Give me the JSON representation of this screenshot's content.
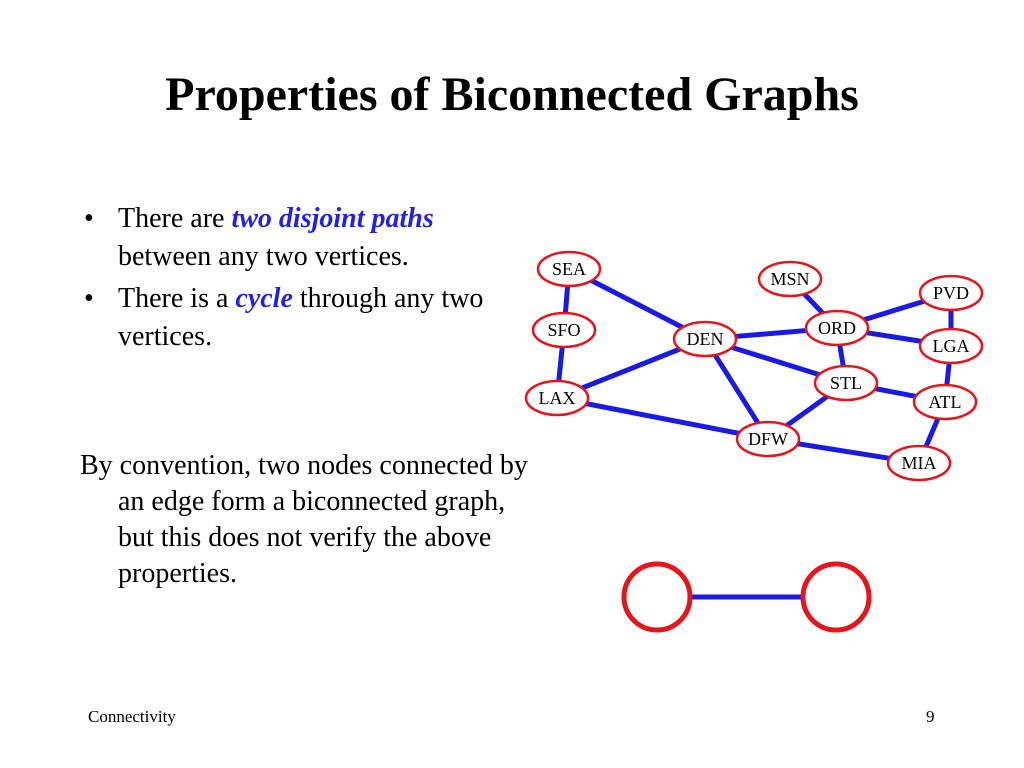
{
  "slide": {
    "title": "Properties of Biconnected Graphs",
    "bullets": [
      {
        "bullet": "•",
        "before": "There are ",
        "emphasis": "two disjoint paths",
        "after": " between any two vertices."
      },
      {
        "bullet": "•",
        "before": "There is a ",
        "emphasis": "cycle",
        "after": " through any two vertices."
      }
    ],
    "convention": "By convention, two nodes connected by an edge form a biconnected graph, but this does not verify the above properties.",
    "footer_left": "Connectivity",
    "footer_right": "9"
  },
  "colors": {
    "node_stroke": "#e8141c",
    "edge": "#1a1ae6",
    "emphasis": "#2222e6"
  },
  "graph": {
    "nodes": [
      {
        "id": "SEA",
        "label": "SEA"
      },
      {
        "id": "SFO",
        "label": "SFO"
      },
      {
        "id": "LAX",
        "label": "LAX"
      },
      {
        "id": "DEN",
        "label": "DEN"
      },
      {
        "id": "MSN",
        "label": "MSN"
      },
      {
        "id": "ORD",
        "label": "ORD"
      },
      {
        "id": "STL",
        "label": "STL"
      },
      {
        "id": "DFW",
        "label": "DFW"
      },
      {
        "id": "PVD",
        "label": "PVD"
      },
      {
        "id": "LGA",
        "label": "LGA"
      },
      {
        "id": "ATL",
        "label": "ATL"
      },
      {
        "id": "MIA",
        "label": "MIA"
      }
    ],
    "edges": [
      [
        "SEA",
        "SFO"
      ],
      [
        "SEA",
        "DEN"
      ],
      [
        "SFO",
        "LAX"
      ],
      [
        "LAX",
        "DEN"
      ],
      [
        "LAX",
        "DFW"
      ],
      [
        "DEN",
        "ORD"
      ],
      [
        "DEN",
        "STL"
      ],
      [
        "DEN",
        "DFW"
      ],
      [
        "MSN",
        "ORD"
      ],
      [
        "ORD",
        "PVD"
      ],
      [
        "ORD",
        "LGA"
      ],
      [
        "ORD",
        "STL"
      ],
      [
        "STL",
        "DFW"
      ],
      [
        "STL",
        "ATL"
      ],
      [
        "LGA",
        "ATL"
      ],
      [
        "ATL",
        "MIA"
      ],
      [
        "DFW",
        "MIA"
      ],
      [
        "LGA",
        "PVD"
      ]
    ]
  }
}
